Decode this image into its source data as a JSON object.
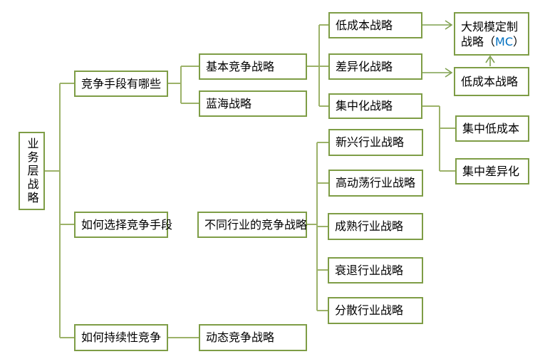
{
  "colors": {
    "box_border": "#7e9d46",
    "connector": "#9cb269",
    "arrow": "#7fa04f",
    "text": "#000000",
    "mc_accent": "#0070c0",
    "background": "#ffffff"
  },
  "nodes": {
    "root": "业务层战略",
    "competition_means": "竞争手段有哪些",
    "choose_means": "如何选择竞争手段",
    "sustain_competition": "如何持续性竞争",
    "basic_competitive": "基本竞争战略",
    "blue_ocean": "蓝海战略",
    "industry_strategies": "不同行业的竞争战略",
    "dynamic_competitive": "动态竞争战略",
    "low_cost": "低成本战略",
    "differentiation": "差异化战略",
    "focus": "集中化战略",
    "emerging_industry": "新兴行业战略",
    "turbulent_industry": "高动荡行业战略",
    "mature_industry": "成熟行业战略",
    "declining_industry": "衰退行业战略",
    "fragmented_industry": "分散行业战略",
    "mass_customization": {
      "full": "大规模定制战略（MC）",
      "line1": "大规模定制",
      "line2_prefix": "战略（",
      "mc": "MC",
      "line2_suffix": "）"
    },
    "low_cost_right": "低成本战略",
    "focused_low_cost": "集中低成本",
    "focused_differentiation": "集中差异化"
  },
  "edges": [
    {
      "from": "root",
      "to": "competition_means",
      "type": "line"
    },
    {
      "from": "root",
      "to": "choose_means",
      "type": "line"
    },
    {
      "from": "root",
      "to": "sustain_competition",
      "type": "line"
    },
    {
      "from": "competition_means",
      "to": "basic_competitive",
      "type": "line"
    },
    {
      "from": "competition_means",
      "to": "blue_ocean",
      "type": "line"
    },
    {
      "from": "basic_competitive",
      "to": "low_cost",
      "type": "line"
    },
    {
      "from": "basic_competitive",
      "to": "differentiation",
      "type": "line"
    },
    {
      "from": "basic_competitive",
      "to": "focus",
      "type": "line"
    },
    {
      "from": "low_cost",
      "to": "mass_customization",
      "type": "arrow"
    },
    {
      "from": "differentiation",
      "to": "low_cost_right",
      "type": "arrow"
    },
    {
      "from": "low_cost_right",
      "to": "mass_customization",
      "type": "arrow"
    },
    {
      "from": "focus",
      "to": "focused_low_cost",
      "type": "line"
    },
    {
      "from": "focus",
      "to": "focused_differentiation",
      "type": "line"
    },
    {
      "from": "choose_means",
      "to": "industry_strategies",
      "type": "line"
    },
    {
      "from": "industry_strategies",
      "to": "emerging_industry",
      "type": "line"
    },
    {
      "from": "industry_strategies",
      "to": "turbulent_industry",
      "type": "line"
    },
    {
      "from": "industry_strategies",
      "to": "mature_industry",
      "type": "line"
    },
    {
      "from": "industry_strategies",
      "to": "declining_industry",
      "type": "line"
    },
    {
      "from": "industry_strategies",
      "to": "fragmented_industry",
      "type": "line"
    },
    {
      "from": "sustain_competition",
      "to": "dynamic_competitive",
      "type": "line"
    }
  ]
}
